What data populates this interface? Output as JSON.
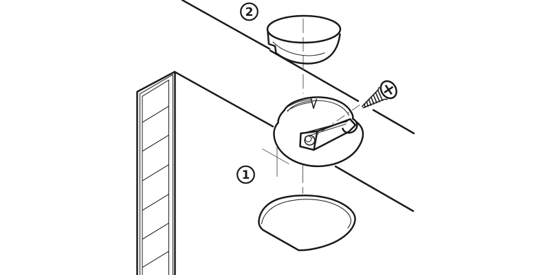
{
  "diagram": {
    "background_color": "#ffffff",
    "line_color": "#1a1a1a",
    "guide_line_color": "#5a5a5a",
    "callouts": {
      "fitting": {
        "label": "1"
      },
      "cap": {
        "label": "2"
      }
    },
    "parts": [
      {
        "name": "slotted-post"
      },
      {
        "name": "panel-edge-lines"
      },
      {
        "name": "cover-cap"
      },
      {
        "name": "countersunk-screw"
      },
      {
        "name": "cam-fitting"
      },
      {
        "name": "drilling-position-cross"
      },
      {
        "name": "mounting-recess"
      }
    ]
  }
}
